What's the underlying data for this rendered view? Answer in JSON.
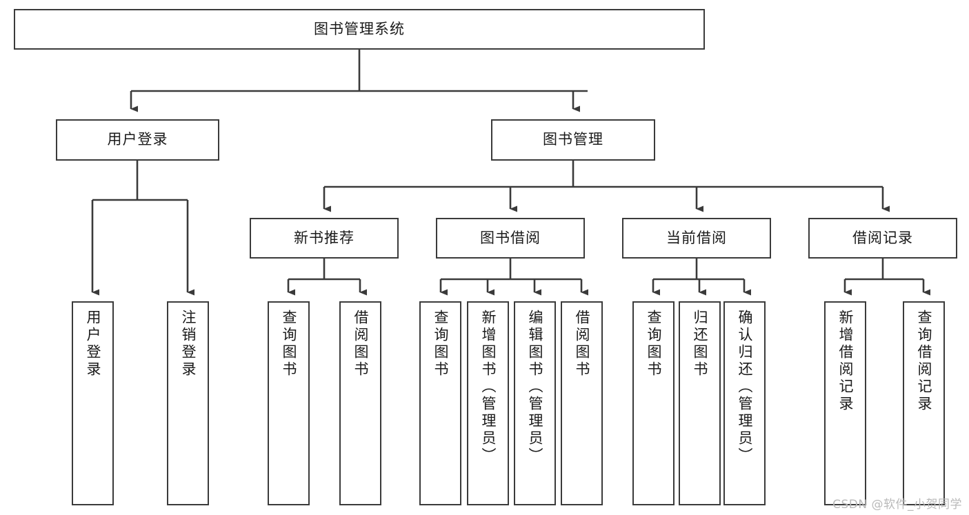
{
  "diagram": {
    "title_node": {
      "label": "图书管理系统"
    },
    "level1": [
      {
        "label": "用户登录"
      },
      {
        "label": "图书管理"
      }
    ],
    "level2": [
      {
        "label": "新书推荐"
      },
      {
        "label": "图书借阅"
      },
      {
        "label": "当前借阅"
      },
      {
        "label": "借阅记录"
      }
    ],
    "leaves": {
      "user_login": [
        {
          "label": "用户登录"
        },
        {
          "label": "注销登录"
        }
      ],
      "new_book_recommend": [
        {
          "label": "查询图书"
        },
        {
          "label": "借阅图书"
        }
      ],
      "book_borrow": [
        {
          "label": "查询图书"
        },
        {
          "label": "新增图书（管理员）"
        },
        {
          "label": "编辑图书（管理员）"
        },
        {
          "label": "借阅图书"
        }
      ],
      "current_borrow": [
        {
          "label": "查询图书"
        },
        {
          "label": "归还图书"
        },
        {
          "label": "确认归还（管理员）"
        }
      ],
      "borrow_record": [
        {
          "label": "新增借阅记录"
        },
        {
          "label": "查询借阅记录"
        }
      ]
    },
    "watermark": {
      "text": "CSDN @软件_小贺同学"
    },
    "colors": {
      "stroke": "#3a3a3a",
      "background": "#ffffff",
      "text": "#1a1a1a",
      "watermark": "#b9b9b9"
    }
  }
}
